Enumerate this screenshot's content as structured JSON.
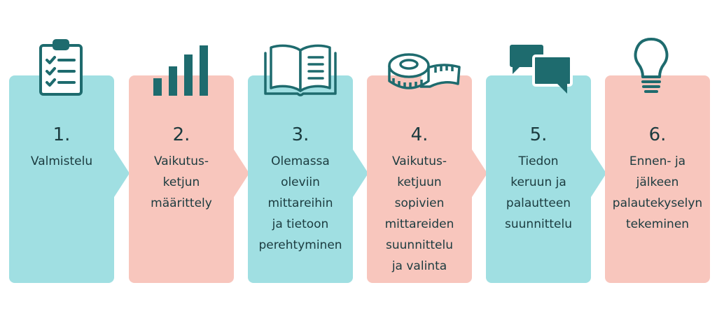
{
  "colors": {
    "teal_box": "#a0dfe2",
    "pink_box": "#f8c6bd",
    "icon": "#1e6b6e",
    "text": "#1b3b3f"
  },
  "steps": [
    {
      "number": "1.",
      "label": "Valmistelu",
      "icon": "clipboard-checklist-icon"
    },
    {
      "number": "2.",
      "label": "Vaikutus-\nketjun\nmäärittely",
      "icon": "bar-chart-icon"
    },
    {
      "number": "3.",
      "label": "Olemassa\noleviin\nmittareihin\nja tietoon\nperehtyminen",
      "icon": "open-book-icon"
    },
    {
      "number": "4.",
      "label": "Vaikutus-\nketjuun\nsopivien\nmittareiden\nsuunnittelu\nja valinta",
      "icon": "measuring-tape-icon"
    },
    {
      "number": "5.",
      "label": "Tiedon\nkeruun ja\npalautteen\nsuunnittelu",
      "icon": "speech-bubbles-icon"
    },
    {
      "number": "6.",
      "label": "Ennen- ja\njälkeen\npalautekyselyn\ntekeminen",
      "icon": "lightbulb-icon"
    }
  ]
}
